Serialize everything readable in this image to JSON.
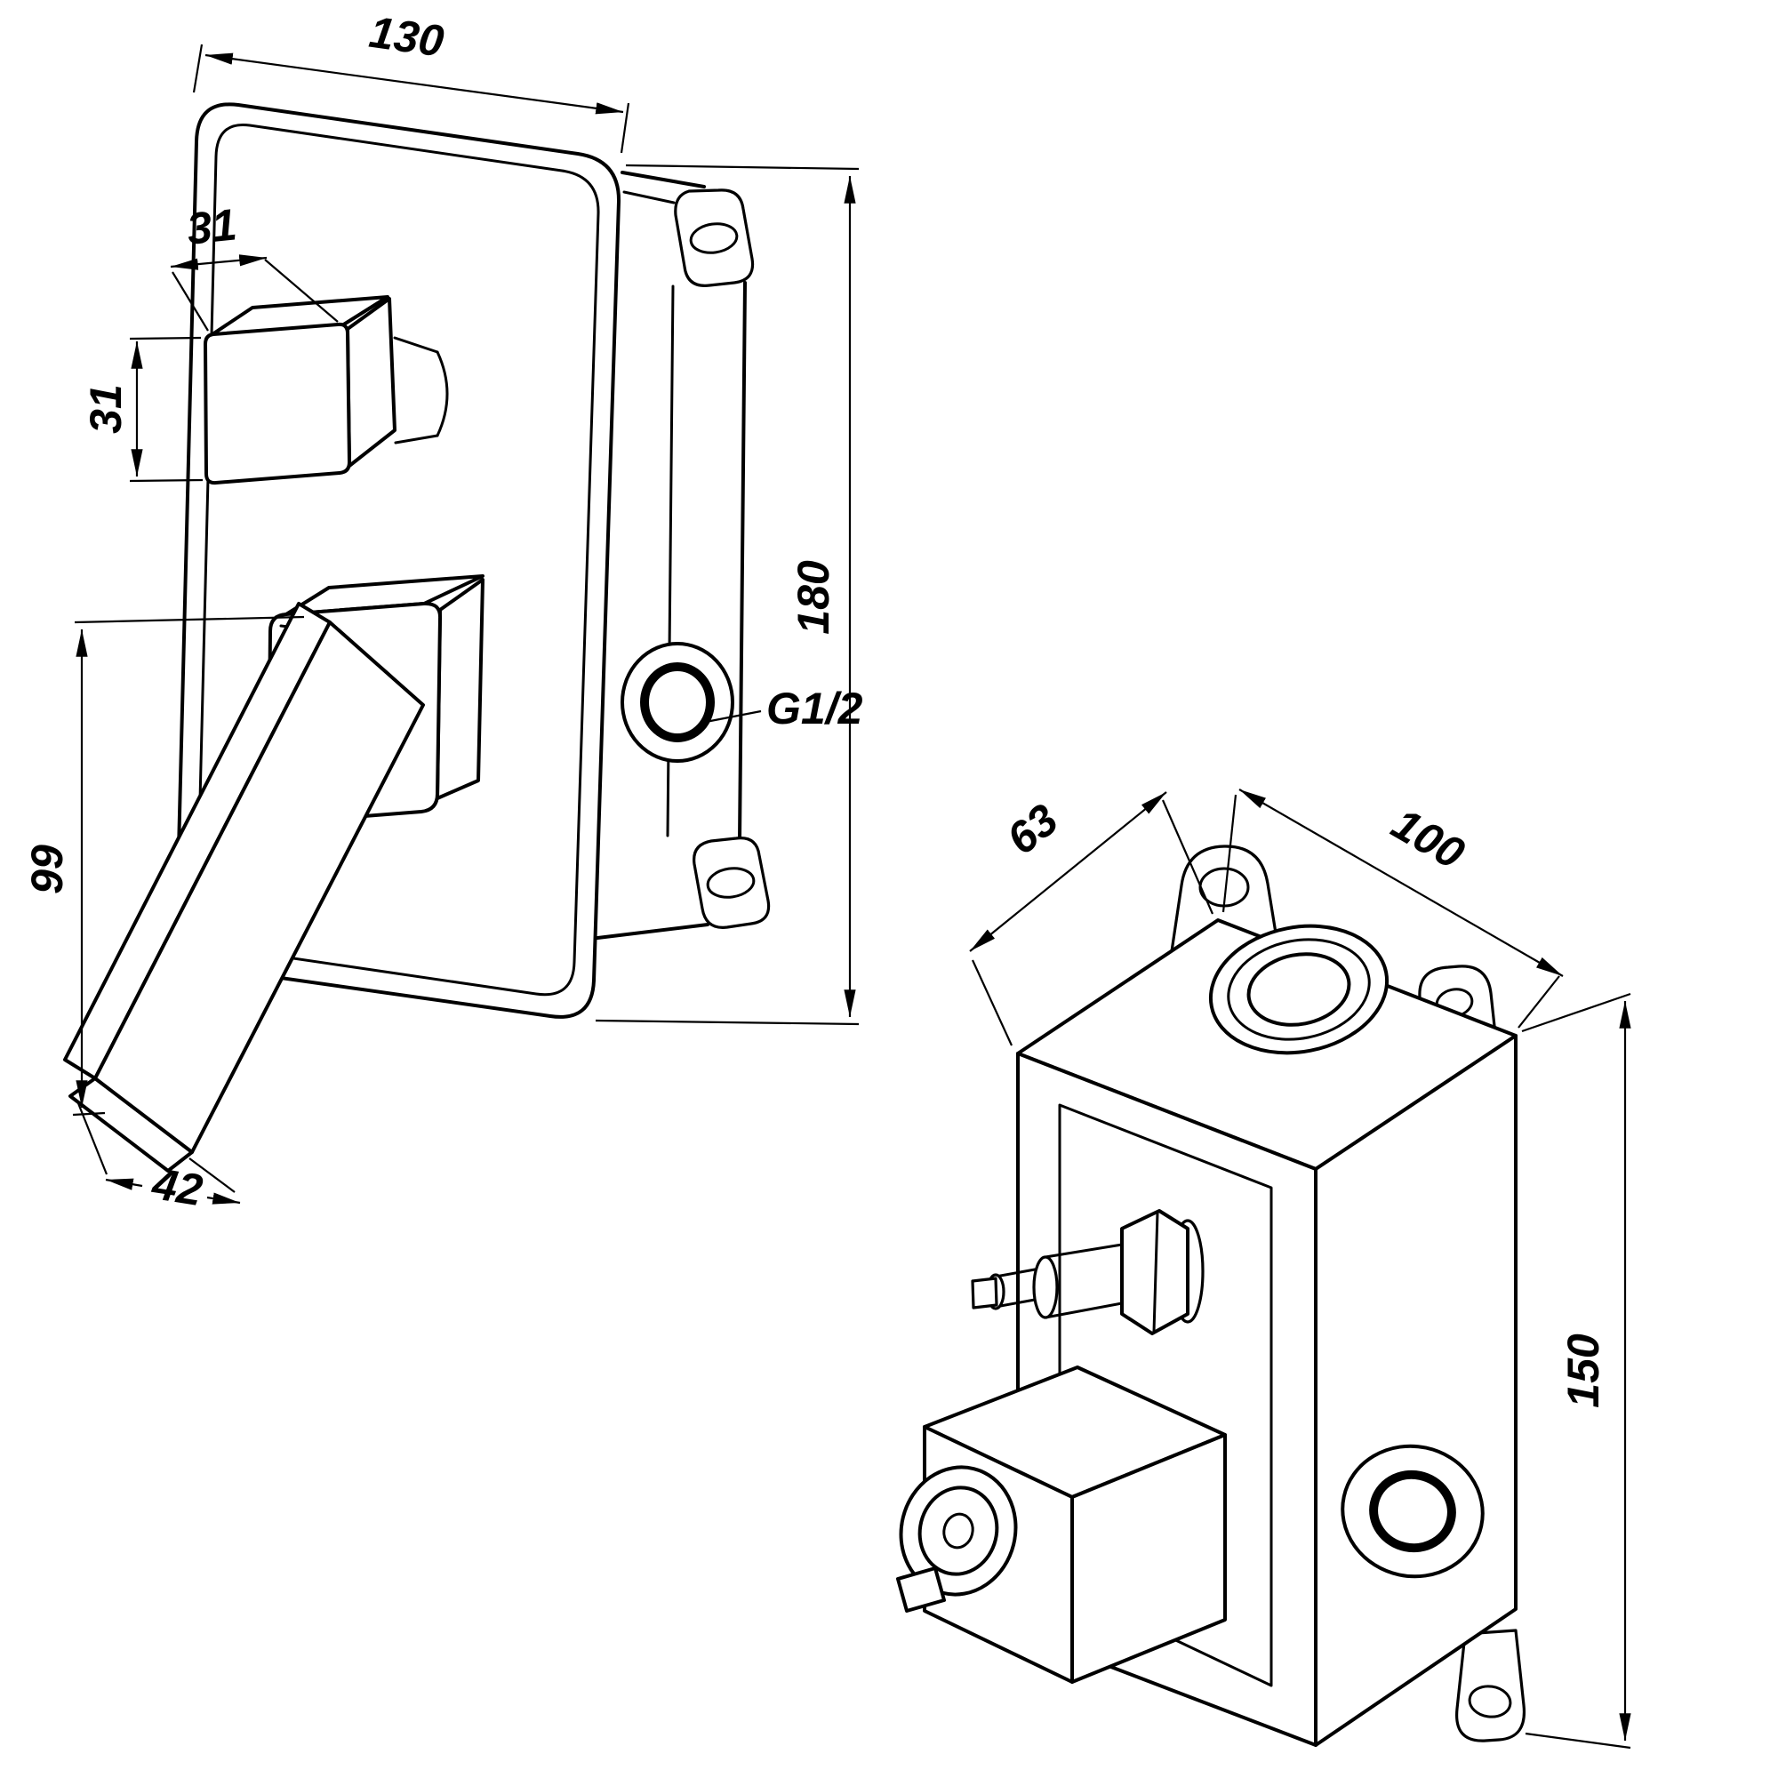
{
  "figure": {
    "background_color": "#ffffff",
    "line_color": "#000000",
    "views": {
      "trim_front": {
        "dimensions": {
          "plate_width": "130",
          "plate_height": "180",
          "diverter_knob_width": "31",
          "diverter_knob_height": "31",
          "lever_length": "99",
          "lever_width": "42",
          "outlet_thread": "G1/2"
        }
      },
      "rough_in_body": {
        "dimensions": {
          "body_depth": "63",
          "body_width": "100",
          "body_height": "150"
        }
      }
    }
  }
}
